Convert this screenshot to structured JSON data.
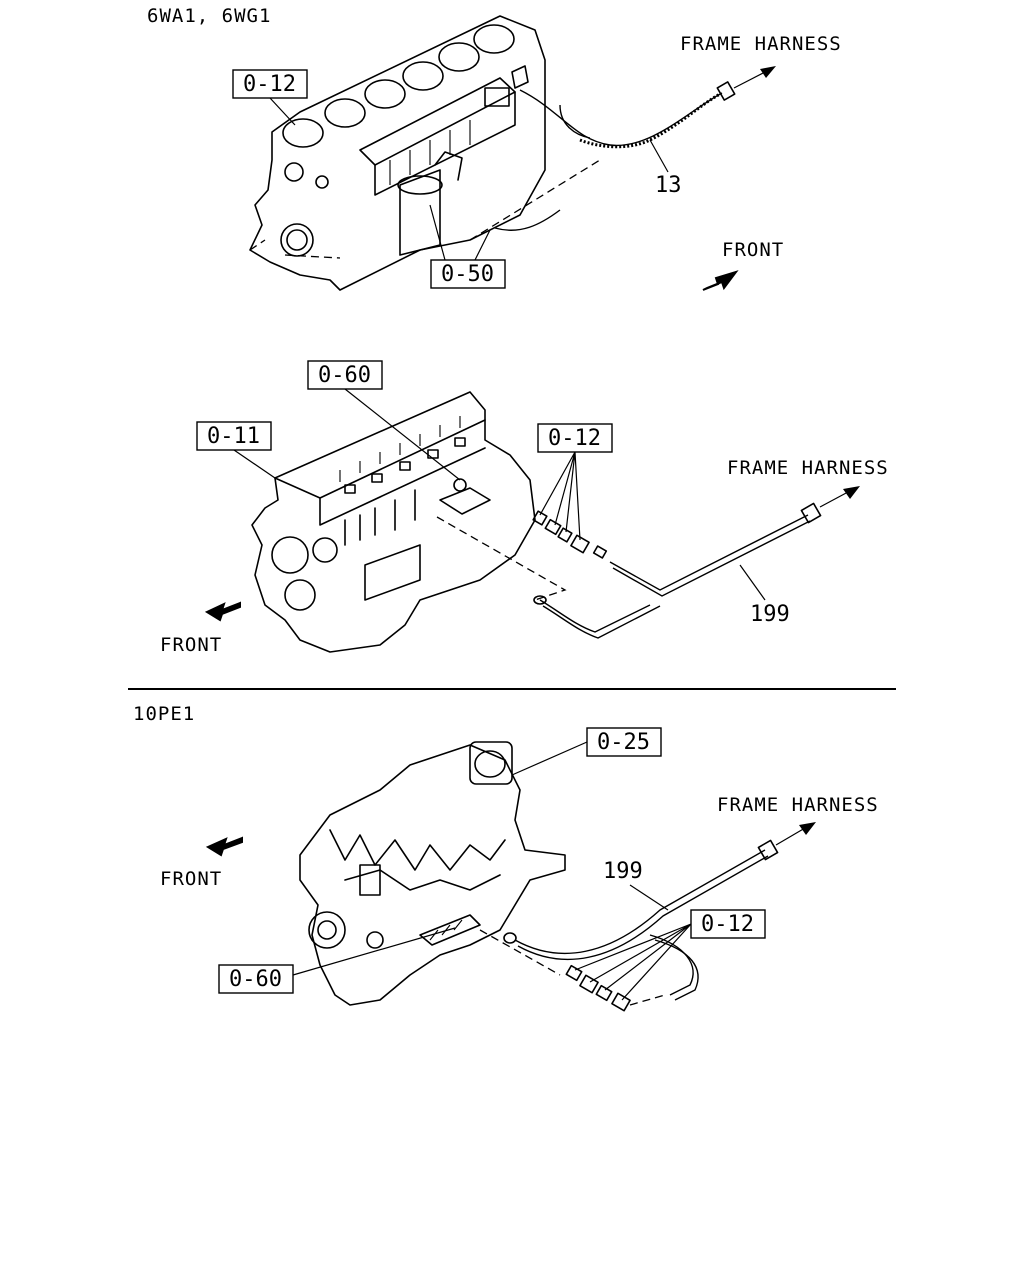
{
  "sections": [
    {
      "model_label": "6WA1, 6WG1",
      "frame_harness_label": "FRAME HARNESS",
      "front_label": "FRONT",
      "part_number": "13",
      "refs": [
        "0-12",
        "0-50"
      ]
    },
    {
      "frame_harness_label": "FRAME HARNESS",
      "front_label": "FRONT",
      "part_number": "199",
      "refs": [
        "0-60",
        "0-11",
        "0-12"
      ]
    },
    {
      "model_label": "10PE1",
      "frame_harness_label": "FRAME HARNESS",
      "front_label": "FRONT",
      "part_number": "199",
      "refs": [
        "0-25",
        "0-12",
        "0-60"
      ]
    }
  ]
}
